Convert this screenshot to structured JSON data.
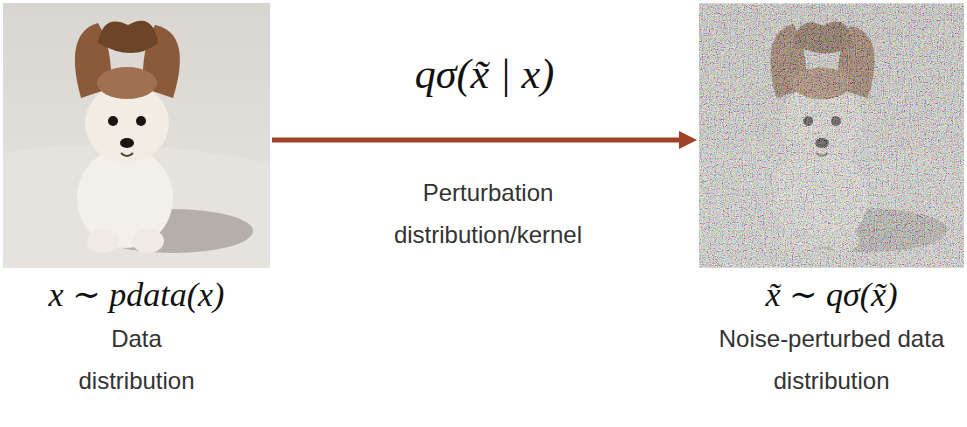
{
  "diagram": {
    "nodes": [
      {
        "text": [
          "x ∼ pdata(x)",
          "Data distribution"
        ]
      },
      {
        "text": [
          "x̃ ∼ qσ(x̃)",
          "Noise-perturbed data distribution"
        ]
      }
    ],
    "edges": [
      {
        "from": 0,
        "to": 1,
        "arrow": "to",
        "label": "qσ(x̃ | x)"
      }
    ],
    "labels": [
      "Perturbation distribution/kernel"
    ]
  }
}
